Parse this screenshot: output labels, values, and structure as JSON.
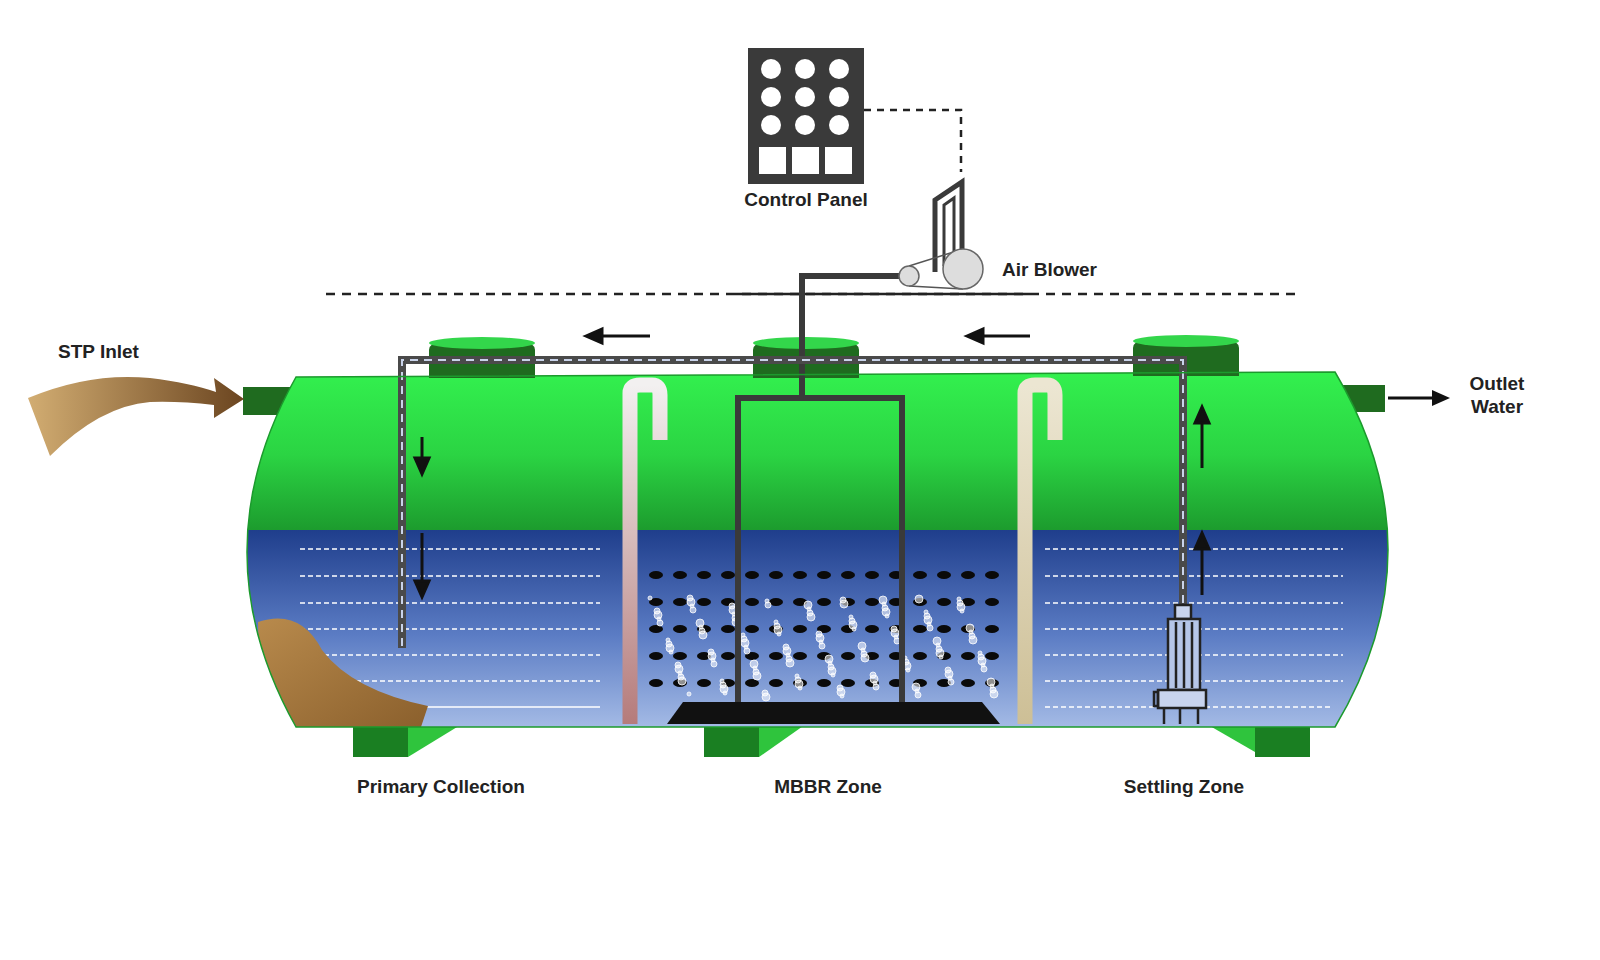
{
  "diagram": {
    "nodes": [
      {
        "text": [
          "Control Panel"
        ]
      },
      {
        "text": [
          "Air Blower"
        ]
      }
    ],
    "edges": [
      {
        "from": 0,
        "to": 1,
        "arrow": "none"
      }
    ],
    "labels": [
      "STP Inlet",
      "Outlet Water",
      "Primary Collection",
      "MBBR Zone",
      "Settling Zone"
    ]
  }
}
